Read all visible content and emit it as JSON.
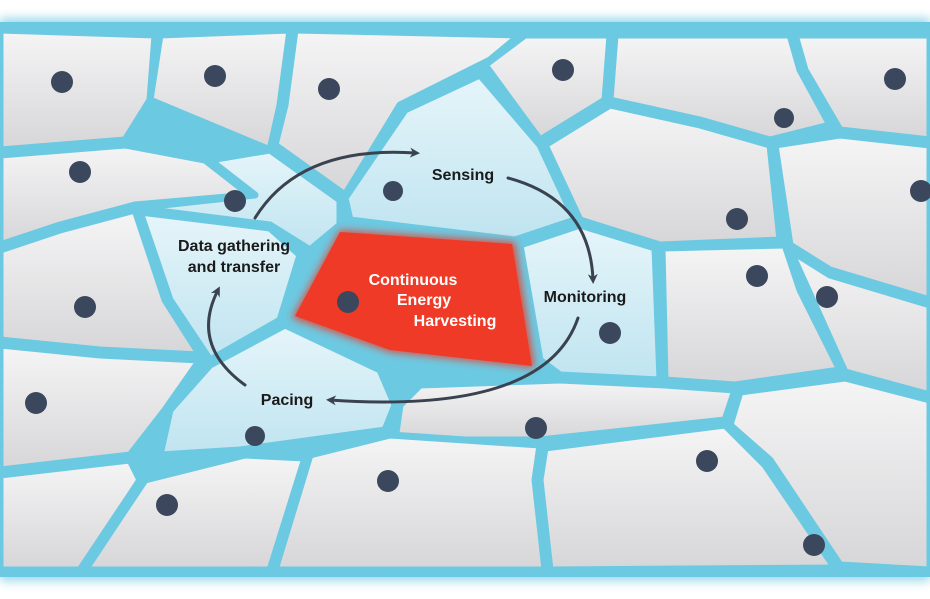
{
  "diagram": {
    "center_label": [
      "Continuous",
      "Energy",
      "Harvesting"
    ],
    "cycle_labels": {
      "sensing": "Sensing",
      "monitoring": "Monitoring",
      "pacing": "Pacing",
      "data_line1": "Data gathering",
      "data_line2": "and transfer"
    }
  },
  "colors": {
    "membrane": "#6cc9e2",
    "cell_fill": "#e9e9ea",
    "highlight_fill": "#cdeaf4",
    "center_fill": "#ee3a26",
    "nucleus": "#3b475c",
    "arrow": "#3a4250"
  }
}
